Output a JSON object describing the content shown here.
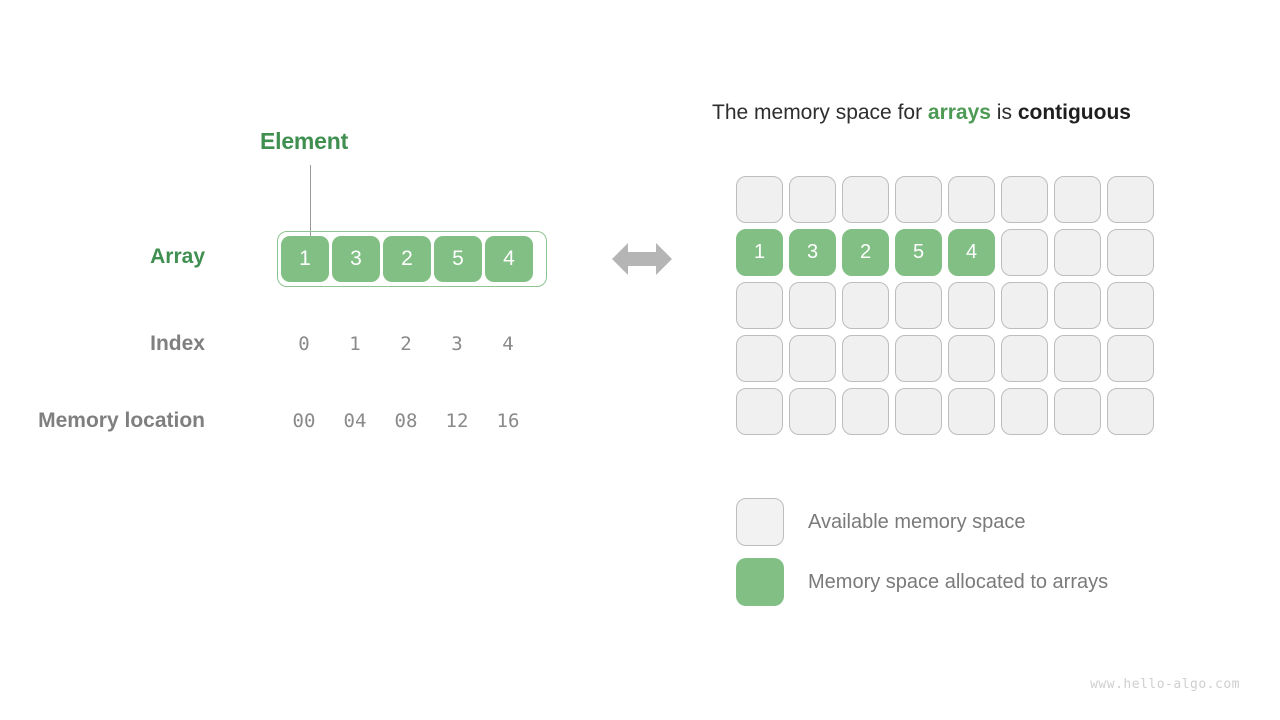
{
  "diagram": {
    "left": {
      "element_label": "Element",
      "array_label": "Array",
      "index_label": "Index",
      "memory_label": "Memory location",
      "array_values": [
        "1",
        "3",
        "2",
        "5",
        "4"
      ],
      "index_values": [
        "0",
        "1",
        "2",
        "3",
        "4"
      ],
      "memory_values": [
        "00",
        "04",
        "08",
        "12",
        "16"
      ]
    },
    "right": {
      "title_prefix": "The memory space for ",
      "title_highlight_green": "arrays",
      "title_middle": " is ",
      "title_highlight_bold": "contiguous",
      "grid": {
        "columns": 8,
        "rows": 5,
        "filled_row_index": 1,
        "filled_values": [
          "1",
          "3",
          "2",
          "5",
          "4"
        ]
      },
      "legend": [
        {
          "swatch": "empty",
          "label": "Available memory space"
        },
        {
          "swatch": "filled",
          "label": "Memory space allocated to arrays"
        }
      ]
    },
    "center_icon": "double-headed-arrow",
    "watermark": "www.hello-algo.com",
    "colors": {
      "green_fill": "#81bf84",
      "green_dark": "#3f8f50",
      "green_accent": "#4c9a54",
      "gray_text": "#7f7f7f",
      "cell_empty": "#f0f0f0",
      "cell_border": "#bdbdbd",
      "arrow": "#b5b5b5"
    }
  }
}
